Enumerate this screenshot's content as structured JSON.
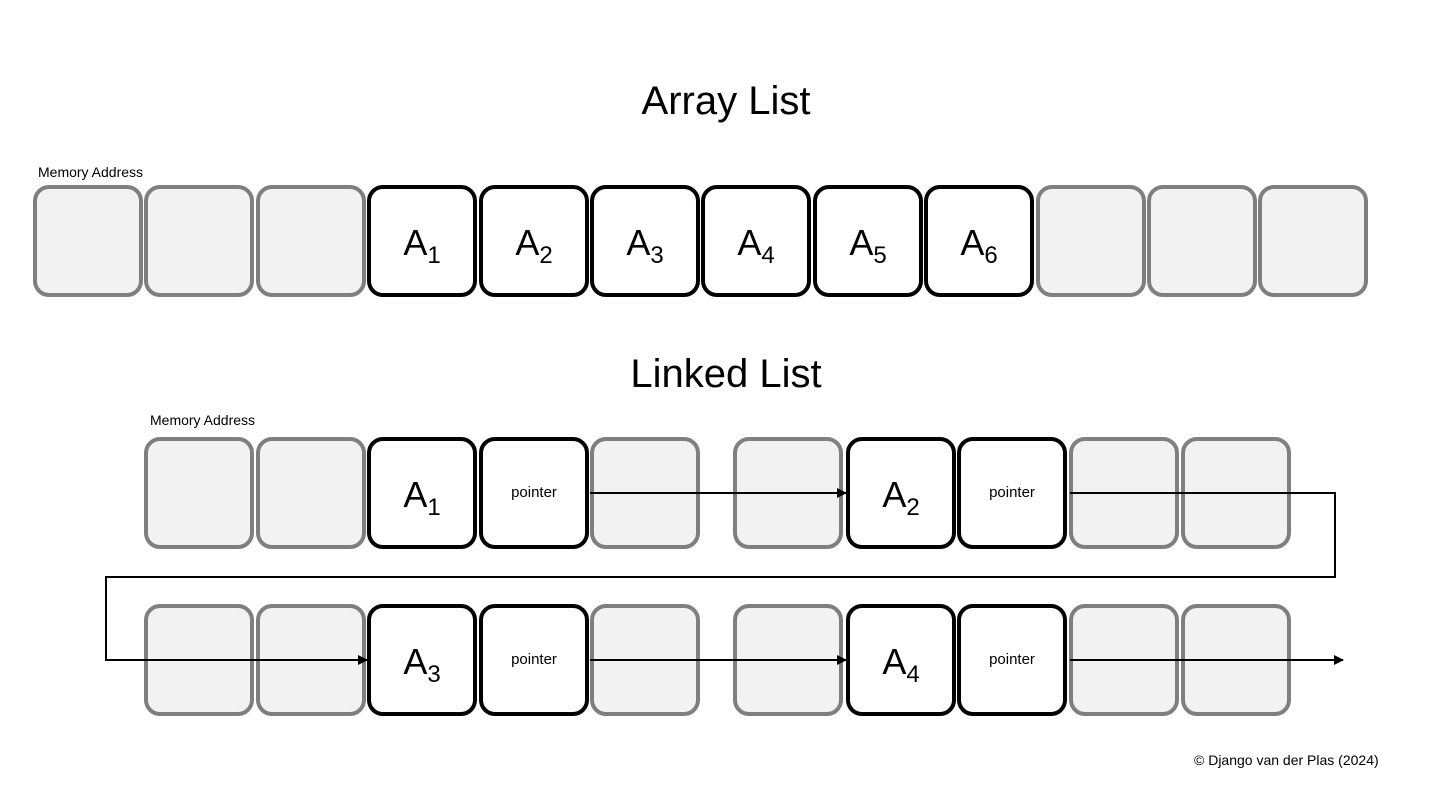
{
  "array_list": {
    "title": "Array List",
    "memory_label": "Memory Address",
    "cells": [
      {
        "filled": false
      },
      {
        "filled": false
      },
      {
        "filled": false
      },
      {
        "filled": true,
        "letter": "A",
        "sub": "1"
      },
      {
        "filled": true,
        "letter": "A",
        "sub": "2"
      },
      {
        "filled": true,
        "letter": "A",
        "sub": "3"
      },
      {
        "filled": true,
        "letter": "A",
        "sub": "4"
      },
      {
        "filled": true,
        "letter": "A",
        "sub": "5"
      },
      {
        "filled": true,
        "letter": "A",
        "sub": "6"
      },
      {
        "filled": false
      },
      {
        "filled": false
      },
      {
        "filled": false
      }
    ]
  },
  "linked_list": {
    "title": "Linked List",
    "memory_label": "Memory Address",
    "pointer_label": "pointer",
    "rows": [
      [
        {
          "kind": "empty"
        },
        {
          "kind": "empty"
        },
        {
          "kind": "data",
          "letter": "A",
          "sub": "1"
        },
        {
          "kind": "pointer"
        },
        {
          "kind": "empty"
        },
        {
          "kind": "empty"
        },
        {
          "kind": "data",
          "letter": "A",
          "sub": "2"
        },
        {
          "kind": "pointer"
        },
        {
          "kind": "empty"
        },
        {
          "kind": "empty"
        }
      ],
      [
        {
          "kind": "empty"
        },
        {
          "kind": "empty"
        },
        {
          "kind": "data",
          "letter": "A",
          "sub": "3"
        },
        {
          "kind": "pointer"
        },
        {
          "kind": "empty"
        },
        {
          "kind": "empty"
        },
        {
          "kind": "data",
          "letter": "A",
          "sub": "4"
        },
        {
          "kind": "pointer"
        },
        {
          "kind": "empty"
        },
        {
          "kind": "empty"
        }
      ]
    ]
  },
  "copyright": "© Django van der Plas (2024)",
  "colors": {
    "empty_fill": "#f2f2f2",
    "empty_border": "#7f7f7f",
    "filled_border": "#000000",
    "arrow": "#000000"
  }
}
